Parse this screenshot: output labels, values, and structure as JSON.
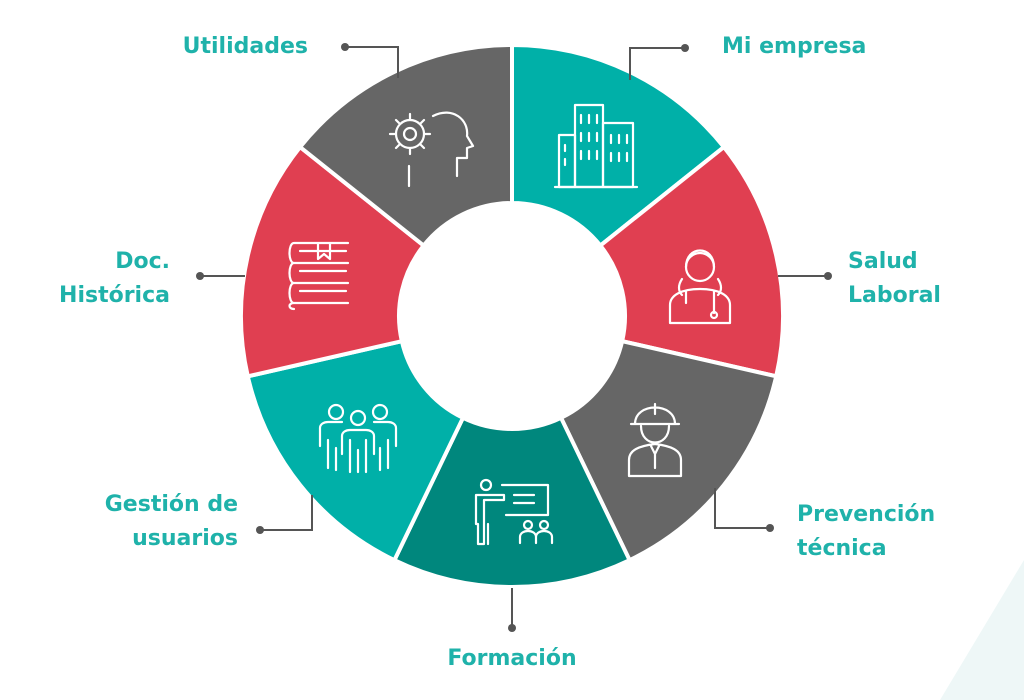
{
  "title": "Módulos",
  "colors": {
    "teal": "#00b0a8",
    "red": "#e03f51",
    "gray": "#666666",
    "dark_teal": "#00877d",
    "label": "#1fb2aa",
    "leader": "#555555"
  },
  "segments": [
    {
      "label_lines": [
        "Mi empresa"
      ],
      "color": "#00b0a8",
      "icon": "buildings-icon"
    },
    {
      "label_lines": [
        "Salud",
        "Laboral"
      ],
      "color": "#e03f51",
      "icon": "doctor-icon"
    },
    {
      "label_lines": [
        "Prevención",
        "técnica"
      ],
      "color": "#666666",
      "icon": "worker-helmet-icon"
    },
    {
      "label_lines": [
        "Formación"
      ],
      "color": "#00877d",
      "icon": "teacher-board-icon"
    },
    {
      "label_lines": [
        "Gestión de",
        "usuarios"
      ],
      "color": "#00b0a8",
      "icon": "users-group-icon"
    },
    {
      "label_lines": [
        "Doc.",
        "Histórica"
      ],
      "color": "#e03f51",
      "icon": "books-icon"
    },
    {
      "label_lines": [
        "Utilidades"
      ],
      "color": "#666666",
      "icon": "gear-head-icon"
    }
  ]
}
